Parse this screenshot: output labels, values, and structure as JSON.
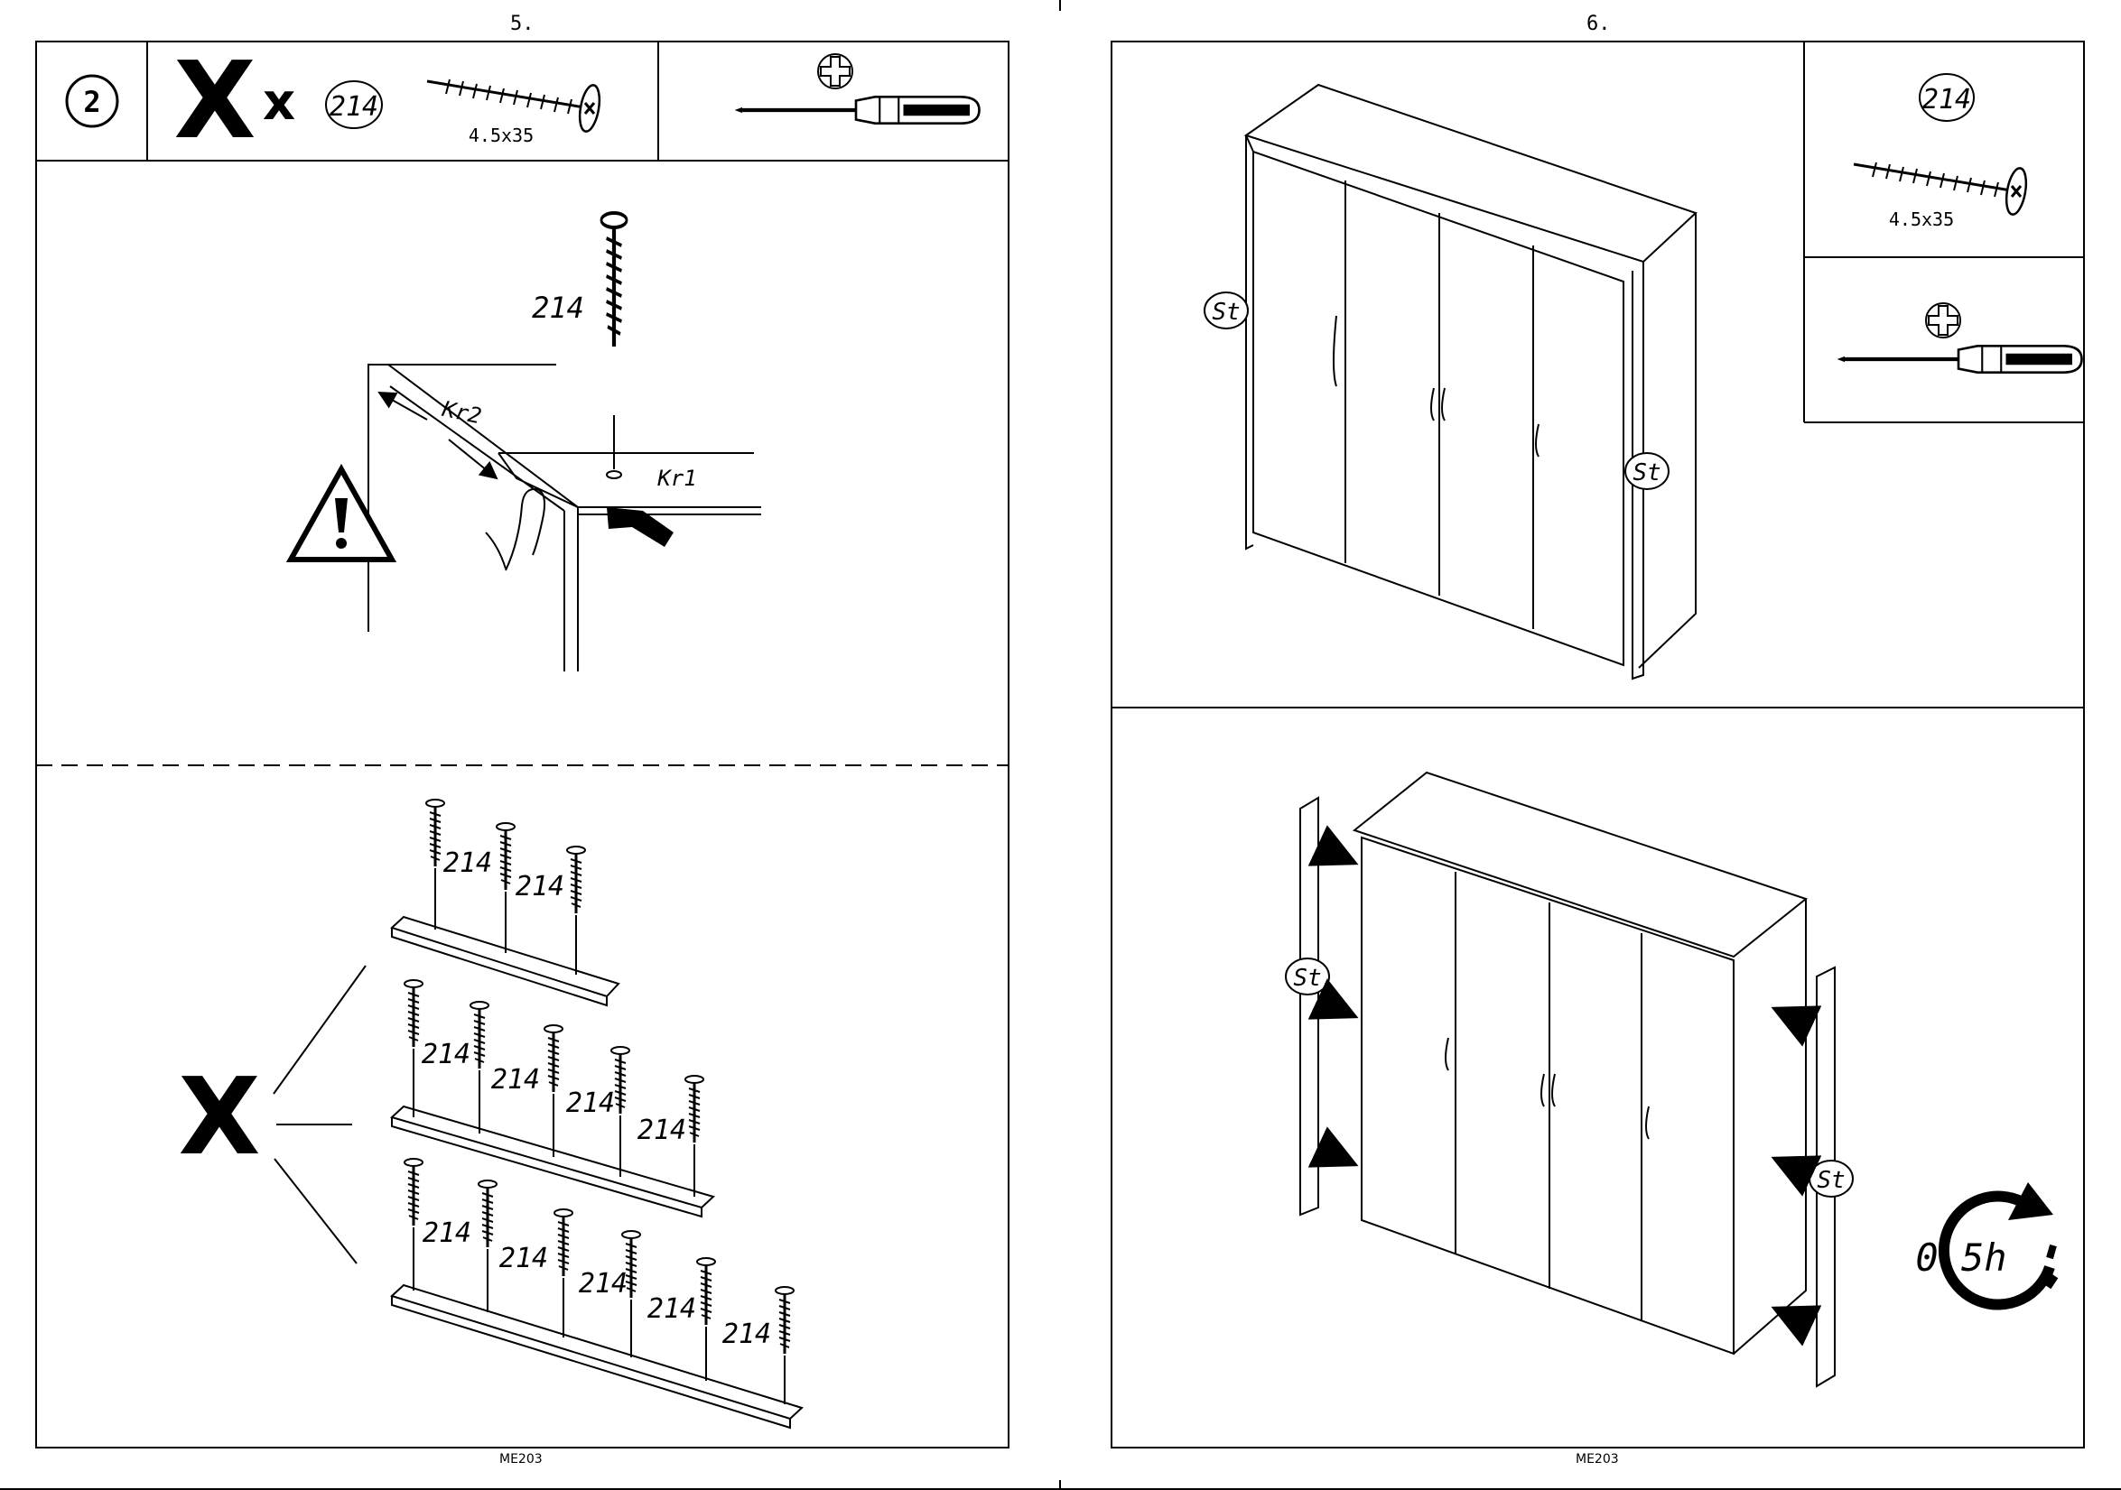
{
  "page_left": {
    "number": "5.",
    "footer_code": "ME203",
    "step_number": "2",
    "multiplier_x_large": "X",
    "multiplier_x_small": "x",
    "part_number": "214",
    "screw_size": "4.5x35",
    "top_detail": {
      "screw_label": "214",
      "panel_label_1": "Kr2",
      "panel_label_2": "Kr1",
      "warning_icon": "warning-triangle-icon"
    },
    "bottom_detail": {
      "multiplier": "X",
      "row1_labels": [
        "214",
        "214"
      ],
      "row2_labels": [
        "214",
        "214",
        "214",
        "214"
      ],
      "row3_labels": [
        "214",
        "214",
        "214",
        "214",
        "214"
      ]
    }
  },
  "page_right": {
    "number": "6.",
    "footer_code": "ME203",
    "part_number": "214",
    "screw_size": "4.5x35",
    "strip_label": "St",
    "time_label": "0.5h",
    "icons": [
      "screw-icon",
      "phillips-screwdriver-icon",
      "clock-arrow-icon"
    ]
  }
}
